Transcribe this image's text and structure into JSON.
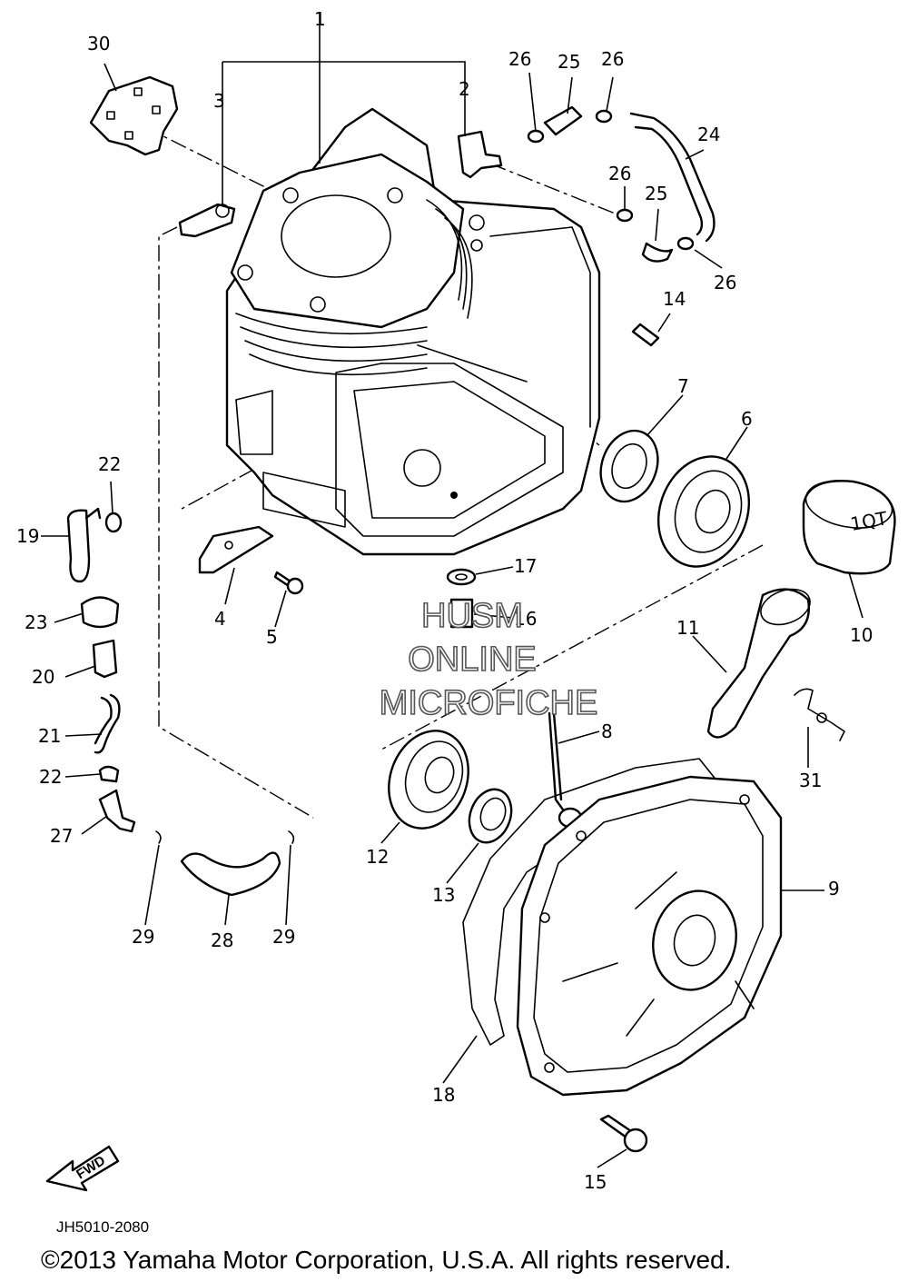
{
  "callouts": {
    "p1": "1",
    "p2": "2",
    "p3": "3",
    "p4": "4",
    "p5": "5",
    "p6": "6",
    "p7": "7",
    "p8": "8",
    "p9": "9",
    "p10": "10",
    "p11": "11",
    "p12": "12",
    "p13": "13",
    "p14": "14",
    "p15": "15",
    "p16": "16",
    "p17": "17",
    "p18": "18",
    "p19": "19",
    "p20": "20",
    "p21": "21",
    "p22a": "22",
    "p22b": "22",
    "p23": "23",
    "p24": "24",
    "p25a": "25",
    "p25b": "25",
    "p26a": "26",
    "p26b": "26",
    "p26c": "26",
    "p26d": "26",
    "p27": "27",
    "p28": "28",
    "p29a": "29",
    "p29b": "29",
    "p30": "30",
    "p31": "31"
  },
  "cap_marking": "1QT",
  "fwd_label": "FWD",
  "watermark": {
    "line1": "HUSM",
    "line2": "ONLINE",
    "line3": "MICROFICHE"
  },
  "diagram_code": "JH5010-2080",
  "copyright": "©2013 Yamaha Motor Corporation, U.S.A. All rights reserved."
}
